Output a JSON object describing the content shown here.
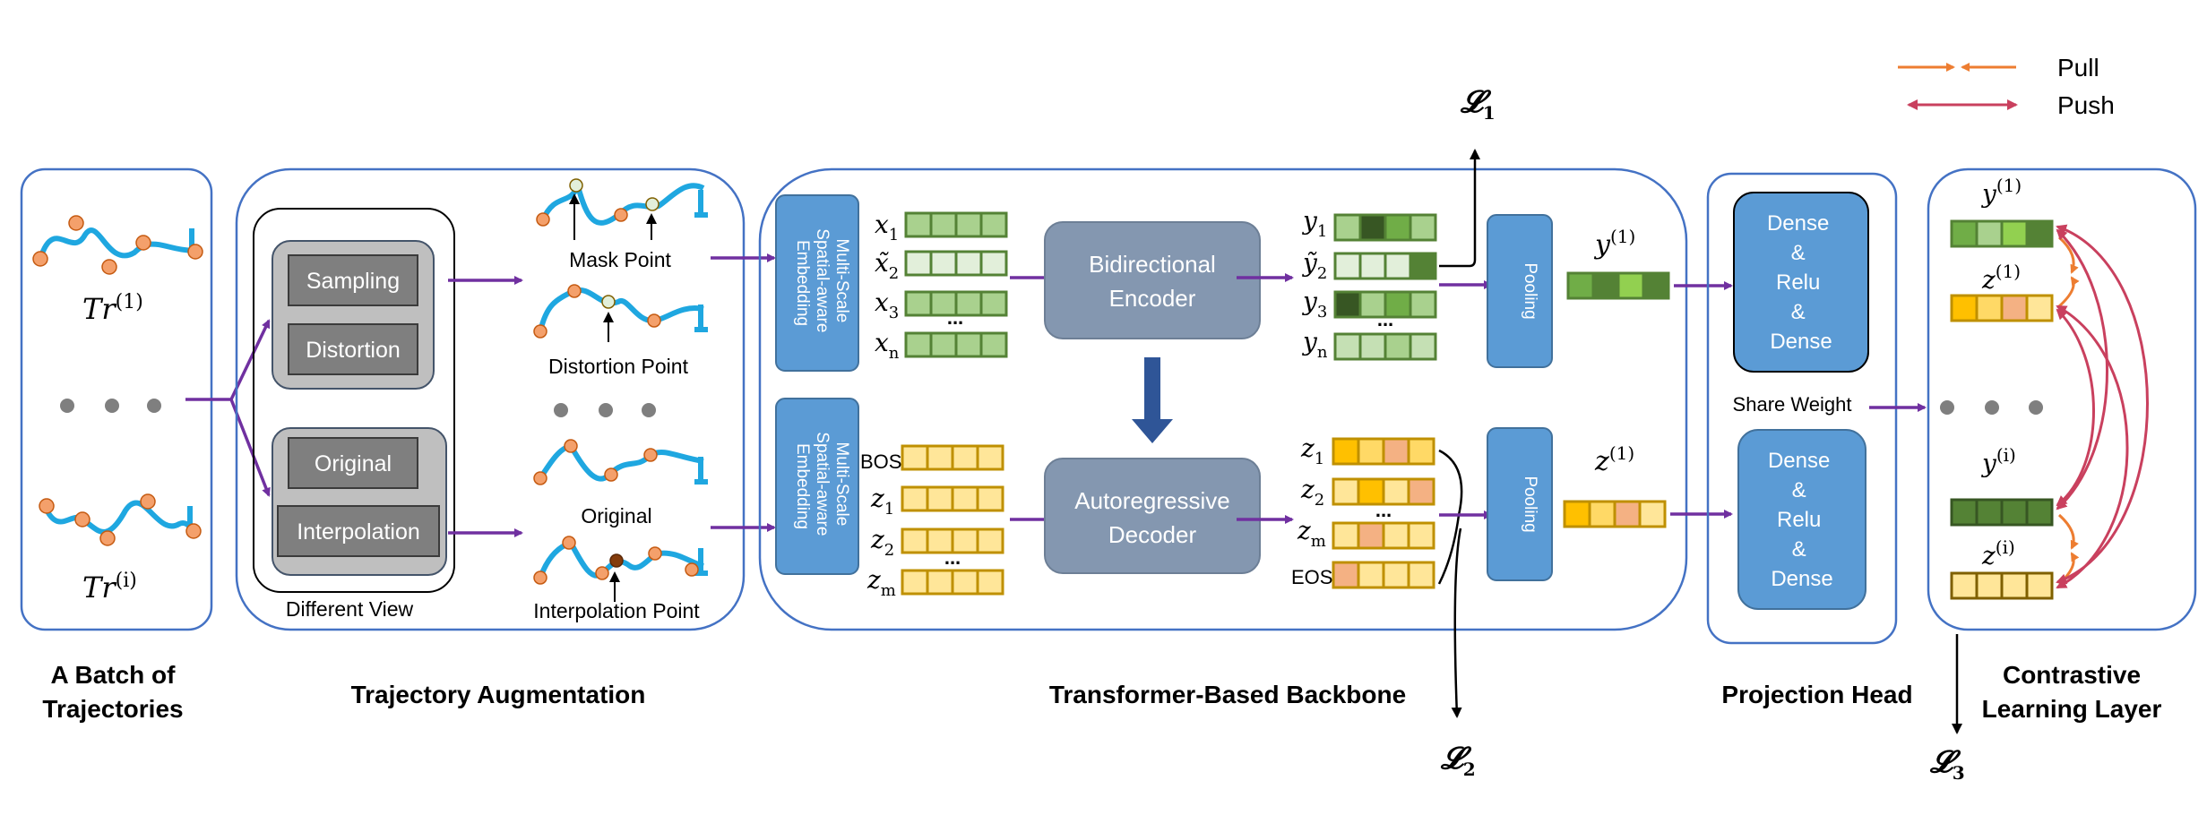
{
  "legend": {
    "pull": "Pull",
    "push": "Push"
  },
  "losses": {
    "l1": "𝓛",
    "l1_sub": "1",
    "l2": "𝓛",
    "l2_sub": "2",
    "l3": "𝓛",
    "l3_sub": "3"
  },
  "batch": {
    "title_line1": "A Batch of",
    "title_line2": "Trajectories",
    "tr1_base": "Tr",
    "tr1_sup": "(1)",
    "tri_base": "Tr",
    "tri_sup": "(i)"
  },
  "augmentation": {
    "title": "Trajectory Augmentation",
    "different_view": "Different View",
    "ops": [
      "Sampling",
      "Distortion",
      "Original",
      "Interpolation"
    ],
    "views": [
      "Mask Point",
      "Distortion Point",
      "Original",
      "Interpolation Point"
    ]
  },
  "backbone": {
    "title": "Transformer-Based Backbone",
    "embedding_line1": "Multi-Scale",
    "embedding_line2": "Spatial-aware",
    "embedding_line3": "Embedding",
    "encoder_line1": "Bidirectional",
    "encoder_line2": "Encoder",
    "decoder_line1": "Autoregressive",
    "decoder_line2": "Decoder",
    "pooling": "Pooling",
    "bos": "BOS",
    "eos": "EOS",
    "y1_base": "y",
    "y1_sup": "(1)",
    "z1_base": "z",
    "z1_sup": "(1)",
    "ellipsis": "..."
  },
  "projection": {
    "title": "Projection Head",
    "dense_top": [
      "Dense",
      "&",
      "Relu",
      "&",
      "Dense"
    ],
    "dense_bottom": [
      "Dense",
      "&",
      "Relu",
      "&",
      "Dense"
    ],
    "share_weight": "Share Weight"
  },
  "contrastive": {
    "title_line1": "Contrastive",
    "title_line2": "Learning Layer",
    "y1_base": "y",
    "y1_sup": "(1)",
    "z1_base": "z",
    "z1_sup": "(1)",
    "yi_base": "y",
    "yi_sup": "(i)",
    "zi_base": "z",
    "zi_sup": "(i)"
  },
  "colors": {
    "purple_arrow": "#7030a0",
    "blue_box": "#5b9bd5",
    "gray_block": "#8497b0",
    "green_border": "#548235",
    "yellow_border": "#bf9000",
    "pull": "#ed7d31",
    "push": "#c9405e",
    "traj_line": "#1fa7e0",
    "traj_point": "#f4a06b"
  },
  "icons": [
    "trajectory-icon",
    "arrow-icon",
    "ellipsis-dots-icon"
  ]
}
